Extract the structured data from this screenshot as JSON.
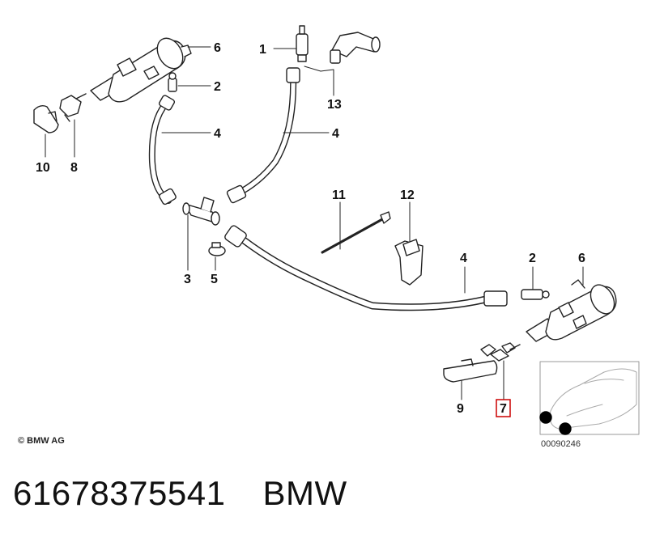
{
  "diagram": {
    "callouts": {
      "c1": "1",
      "c2a": "2",
      "c2b": "2",
      "c3": "3",
      "c4a": "4",
      "c4b": "4",
      "c4c": "4",
      "c5": "5",
      "c6a": "6",
      "c6b": "6",
      "c7": "7",
      "c8": "8",
      "c9": "9",
      "c10": "10",
      "c11": "11",
      "c12": "12",
      "c13": "13"
    },
    "highlighted_callout": "7",
    "highlight_color": "#cc0000",
    "copyright": "© BMW AG",
    "drawing_number": "00090246"
  },
  "caption": {
    "part_number": "61678375541",
    "brand": "BMW"
  }
}
